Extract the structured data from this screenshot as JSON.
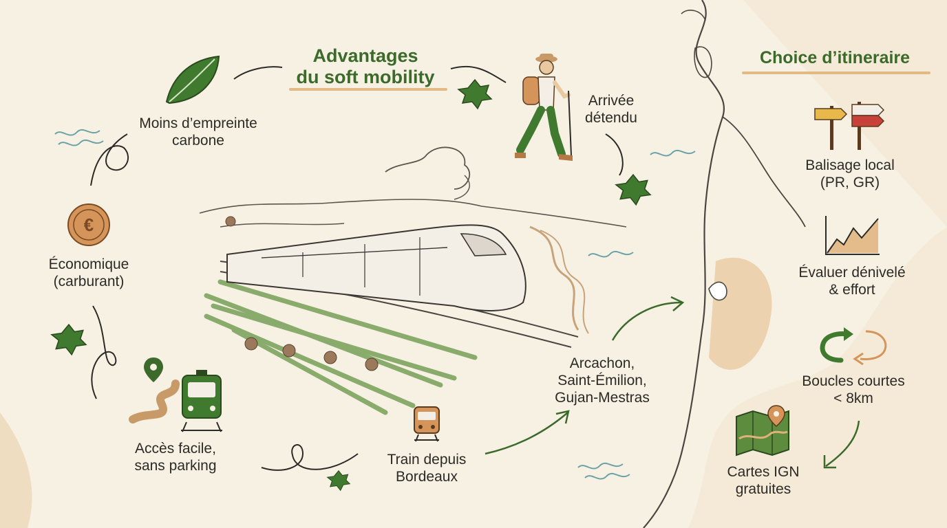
{
  "left_title": "Advantages\ndu soft mobility",
  "right_title": "Choice d’itineraire",
  "benefits": {
    "carbon": "Moins d’empreinte\ncarbone",
    "eco": "Économique\n(carburant)",
    "access": "Accès facile,\nsans parking",
    "train": "Train depuis\nBordeaux",
    "towns": "Arcachon,\nSaint-Émilion,\nGujan-Mestras",
    "arrival": "Arrivée\ndétendu"
  },
  "tips": {
    "marking": "Balisage local\n(PR, GR)",
    "elevation": "Évaluer dénivelé\n& effort",
    "loops": "Boucles courtes\n< 8km",
    "maps": "Cartes IGN\ngratuites"
  },
  "icons": {
    "euro_symbol": "€"
  },
  "colors": {
    "green": "#3b6a2a",
    "ochre": "#d9a66a",
    "ink": "#2c2a26",
    "paper": "#f7f1e4"
  }
}
